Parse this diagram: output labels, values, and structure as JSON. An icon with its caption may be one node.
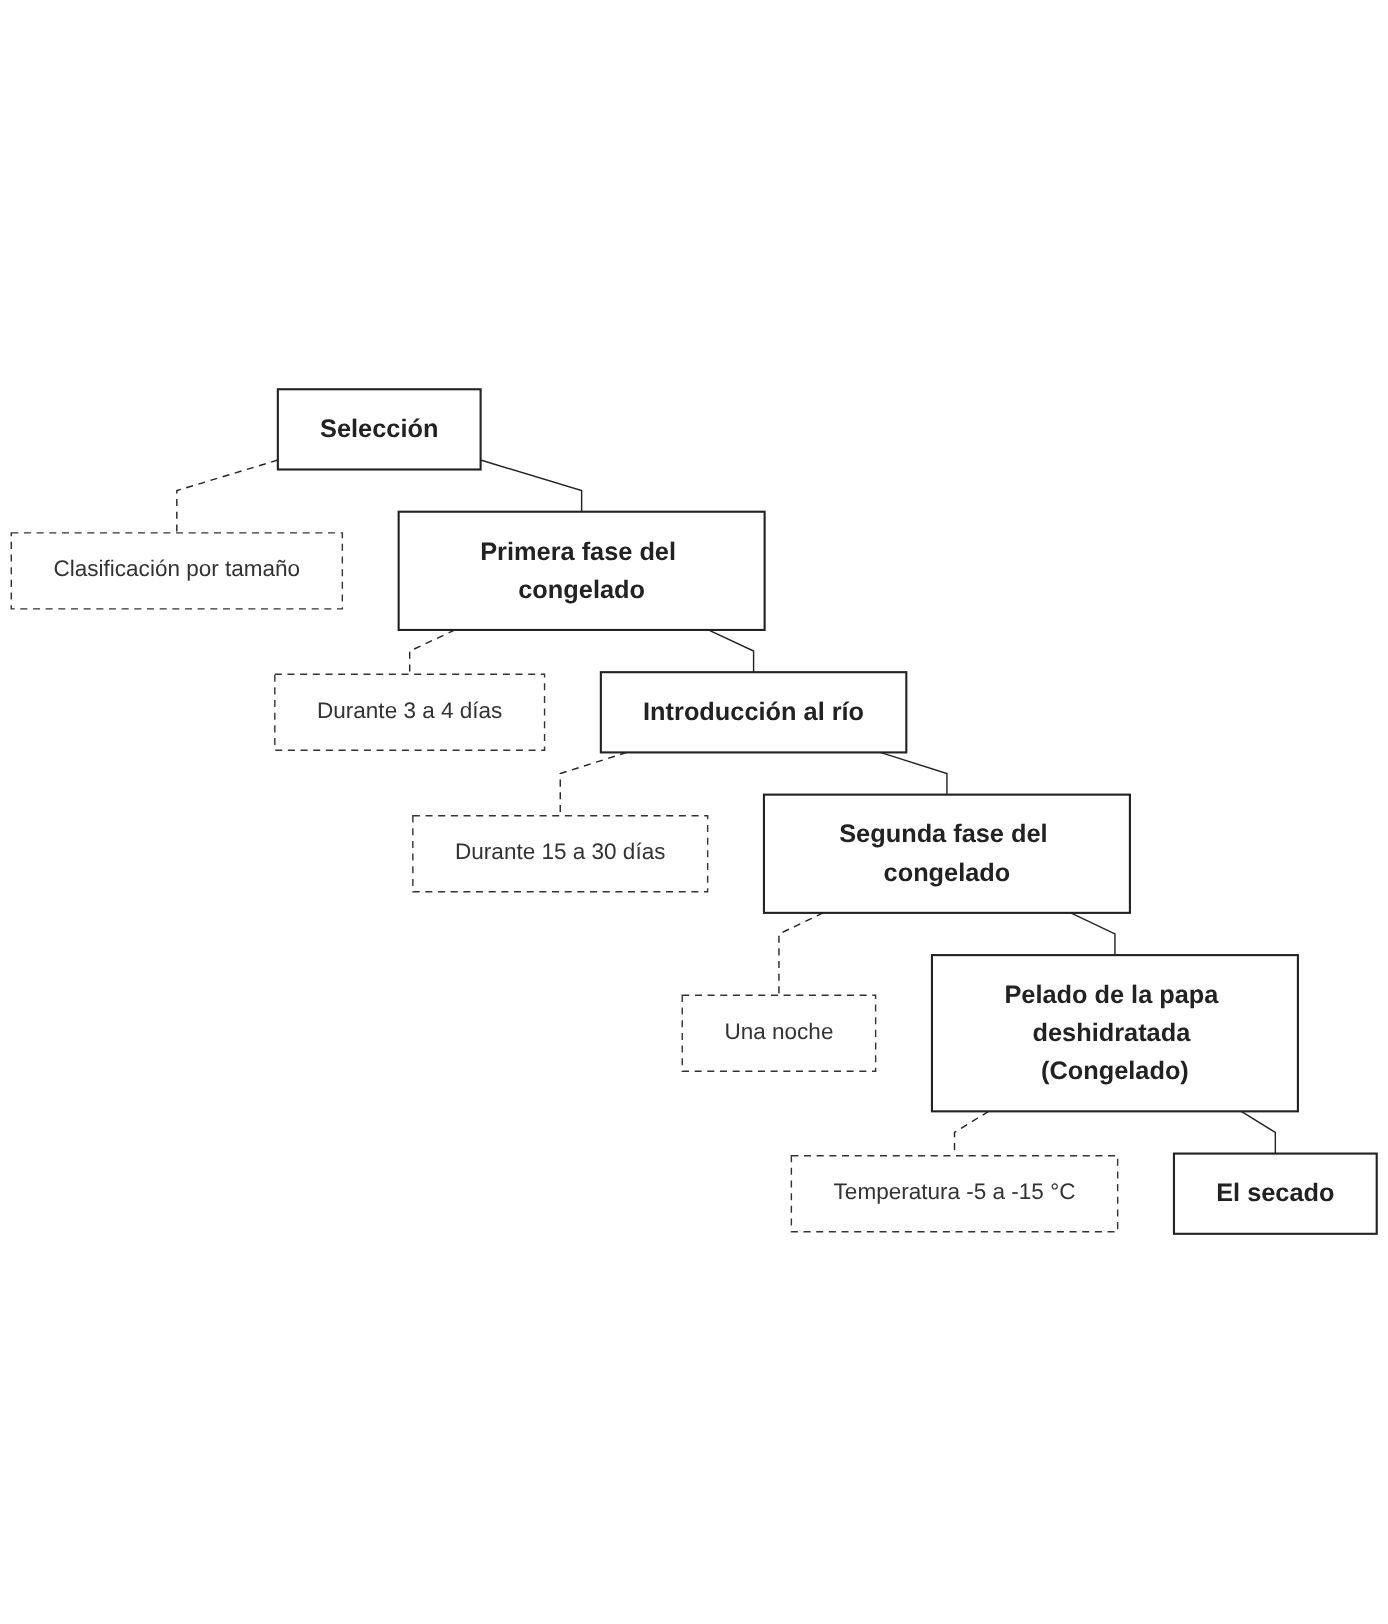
{
  "diagram": {
    "nodes": [
      {
        "text": [
          "Selección"
        ]
      },
      {
        "text": [
          "Clasificación por tamaño"
        ]
      },
      {
        "text": [
          "Primera fase del congelado"
        ]
      },
      {
        "text": [
          "Durante 3 a 4 días"
        ]
      },
      {
        "text": [
          "Introducción al río"
        ]
      },
      {
        "text": [
          "Durante 15 a 30 días"
        ]
      },
      {
        "text": [
          "Segunda fase del congelado"
        ]
      },
      {
        "text": [
          "Una noche"
        ]
      },
      {
        "text": [
          "Pelado de la papa deshidratada (Congelado)"
        ]
      },
      {
        "text": [
          "Temperatura -5 a -15 °C"
        ]
      },
      {
        "text": [
          "El secado"
        ]
      }
    ],
    "edges": [
      {
        "from": 0,
        "to": 1,
        "arrow": "none",
        "style": "dashed"
      },
      {
        "from": 0,
        "to": 2,
        "arrow": "none"
      },
      {
        "from": 2,
        "to": 3,
        "arrow": "none",
        "style": "dashed"
      },
      {
        "from": 2,
        "to": 4,
        "arrow": "none"
      },
      {
        "from": 4,
        "to": 5,
        "arrow": "none",
        "style": "dashed"
      },
      {
        "from": 4,
        "to": 6,
        "arrow": "none"
      },
      {
        "from": 6,
        "to": 7,
        "arrow": "none",
        "style": "dashed"
      },
      {
        "from": 6,
        "to": 8,
        "arrow": "none"
      },
      {
        "from": 8,
        "to": 9,
        "arrow": "none",
        "style": "dashed"
      },
      {
        "from": 8,
        "to": 10,
        "arrow": "none"
      }
    ]
  }
}
